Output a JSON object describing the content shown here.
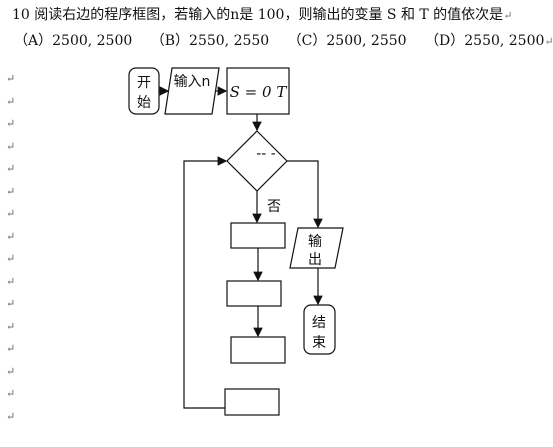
{
  "question": {
    "text": "10 阅读右边的程序框图，若输入的n是 100，则输出的变量 S 和 T 的值依次是",
    "options": [
      {
        "label": "（A）",
        "value": "2500, 2500"
      },
      {
        "label": "（B）",
        "value": "2550, 2550"
      },
      {
        "label": "（C）",
        "value": "2500, 2550"
      },
      {
        "label": "（D）",
        "value": "2550, 2500"
      }
    ],
    "return_mark": "↵"
  },
  "flowchart": {
    "start_line1": "开",
    "start_line2": "始",
    "input_label": "输入n",
    "init_label": "S = 0 T",
    "decision_label": "-- -",
    "no_label": "否",
    "output_line1": "输",
    "output_line2": "出",
    "end_line1": "结",
    "end_line2": "束"
  }
}
